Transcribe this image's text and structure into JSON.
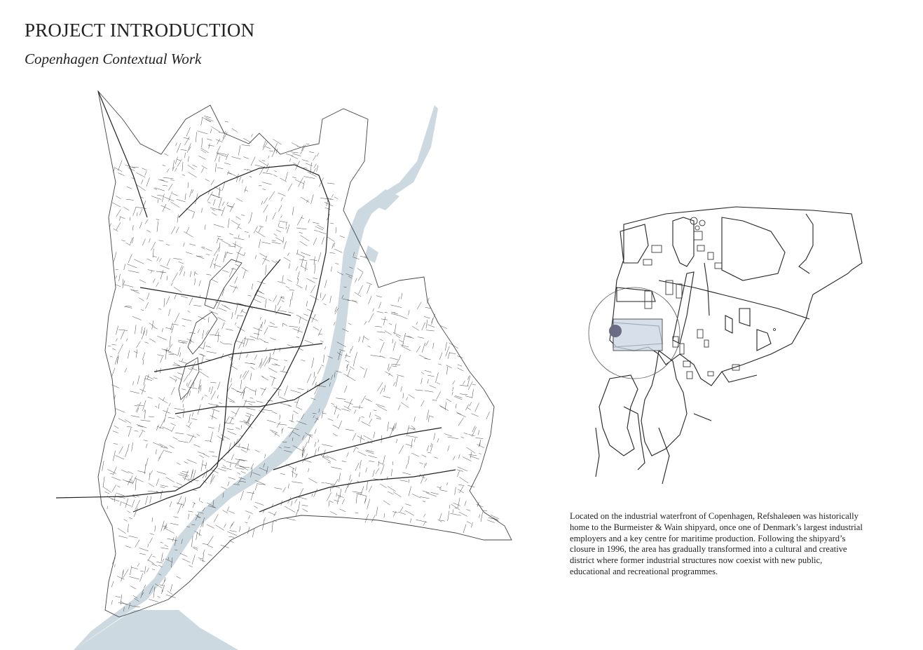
{
  "page": {
    "title": "PROJECT INTRODUCTION",
    "subtitle": "Copenhagen Contextual Work"
  },
  "description": {
    "text": "Located on the industrial waterfront of Copenhagen, Refshaleøen was historically home to the Burmeister & Wain shipyard, once one of Denmark’s largest industrial employers and a key centre for maritime production. Following the shipyard’s closure in 1996, the area has gradually transformed into a cultural and creative district where former industrial structures now coexist with new public, educational and recreational programmes."
  },
  "colors": {
    "water": "#cdd9e0",
    "lines": "#3a3a3a",
    "site_marker": "#6b6b85",
    "site_highlight": "#c9d6e3"
  }
}
